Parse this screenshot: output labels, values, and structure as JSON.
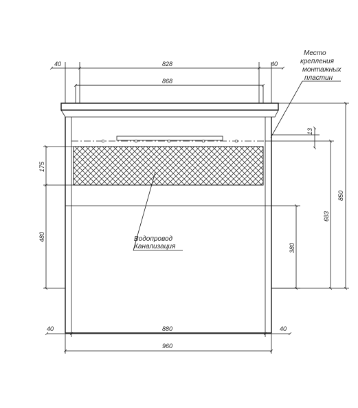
{
  "dimensions": {
    "top_overhang_left": "40",
    "top_overhang_right": "40",
    "top_width": "828",
    "inner_width": "868",
    "gap_top": "13",
    "zone_height": "175",
    "lower_height": "480",
    "pipe_height": "380",
    "body_height": "683",
    "total_height": "850",
    "bottom_overhang_left": "40",
    "bottom_overhang_right": "40",
    "bottom_width": "880",
    "total_width": "960"
  },
  "notes": {
    "mount_line1": "Место",
    "mount_line2": "крепления",
    "mount_line3": "монтажных",
    "mount_line4": "пластин",
    "water": "Водопровод",
    "sewer": "Канализация"
  },
  "colors": {
    "line": "#1a1a1a",
    "text": "#222222"
  }
}
